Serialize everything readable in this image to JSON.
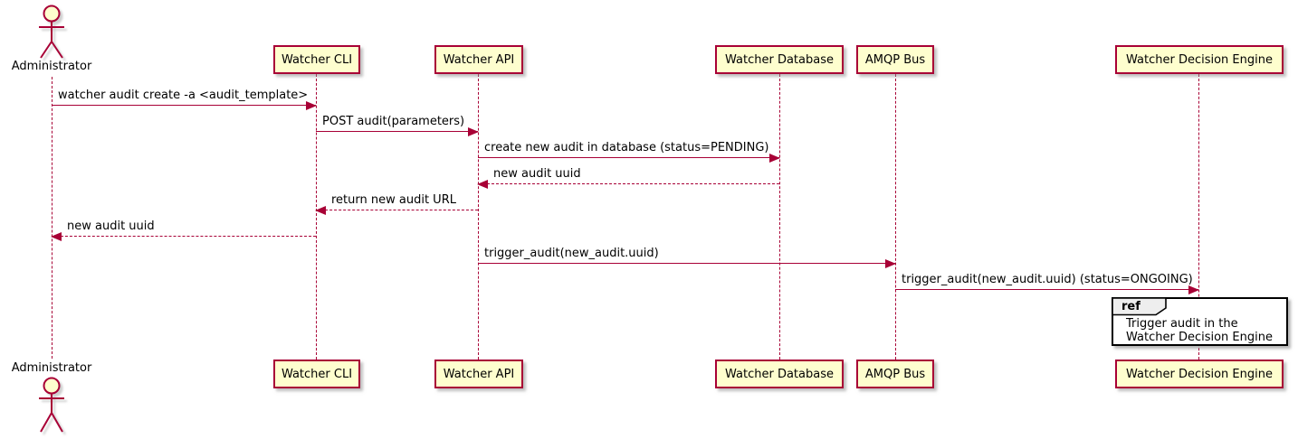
{
  "actor": {
    "label": "Administrator"
  },
  "participants": [
    {
      "label": "Watcher CLI"
    },
    {
      "label": "Watcher API"
    },
    {
      "label": "Watcher Database"
    },
    {
      "label": "AMQP Bus"
    },
    {
      "label": "Watcher Decision Engine"
    }
  ],
  "messages": [
    {
      "text": "watcher audit create -a <audit_template>",
      "from": "Administrator",
      "to": "Watcher CLI",
      "style": "solid"
    },
    {
      "text": "POST audit(parameters)",
      "from": "Watcher CLI",
      "to": "Watcher API",
      "style": "solid"
    },
    {
      "text": "create new audit in database (status=PENDING)",
      "from": "Watcher API",
      "to": "Watcher Database",
      "style": "solid"
    },
    {
      "text": "new audit uuid",
      "from": "Watcher Database",
      "to": "Watcher API",
      "style": "dashed"
    },
    {
      "text": "return new audit URL",
      "from": "Watcher API",
      "to": "Watcher CLI",
      "style": "dashed"
    },
    {
      "text": "new audit uuid",
      "from": "Watcher CLI",
      "to": "Administrator",
      "style": "dashed"
    },
    {
      "text": "trigger_audit(new_audit.uuid)",
      "from": "Watcher API",
      "to": "AMQP Bus",
      "style": "solid"
    },
    {
      "text": "trigger_audit(new_audit.uuid) (status=ONGOING)",
      "from": "AMQP Bus",
      "to": "Watcher Decision Engine",
      "style": "solid"
    }
  ],
  "ref": {
    "keyword": "ref",
    "line1": "Trigger audit in the",
    "line2": "Watcher Decision Engine"
  },
  "colors": {
    "participant_fill": "#FEFECE",
    "participant_border": "#A80036",
    "line_color": "#A80036",
    "text_color": "#000000",
    "ref_tab_fill": "#EEEEEE",
    "ref_border": "#000000",
    "background": "#FFFFFF"
  }
}
